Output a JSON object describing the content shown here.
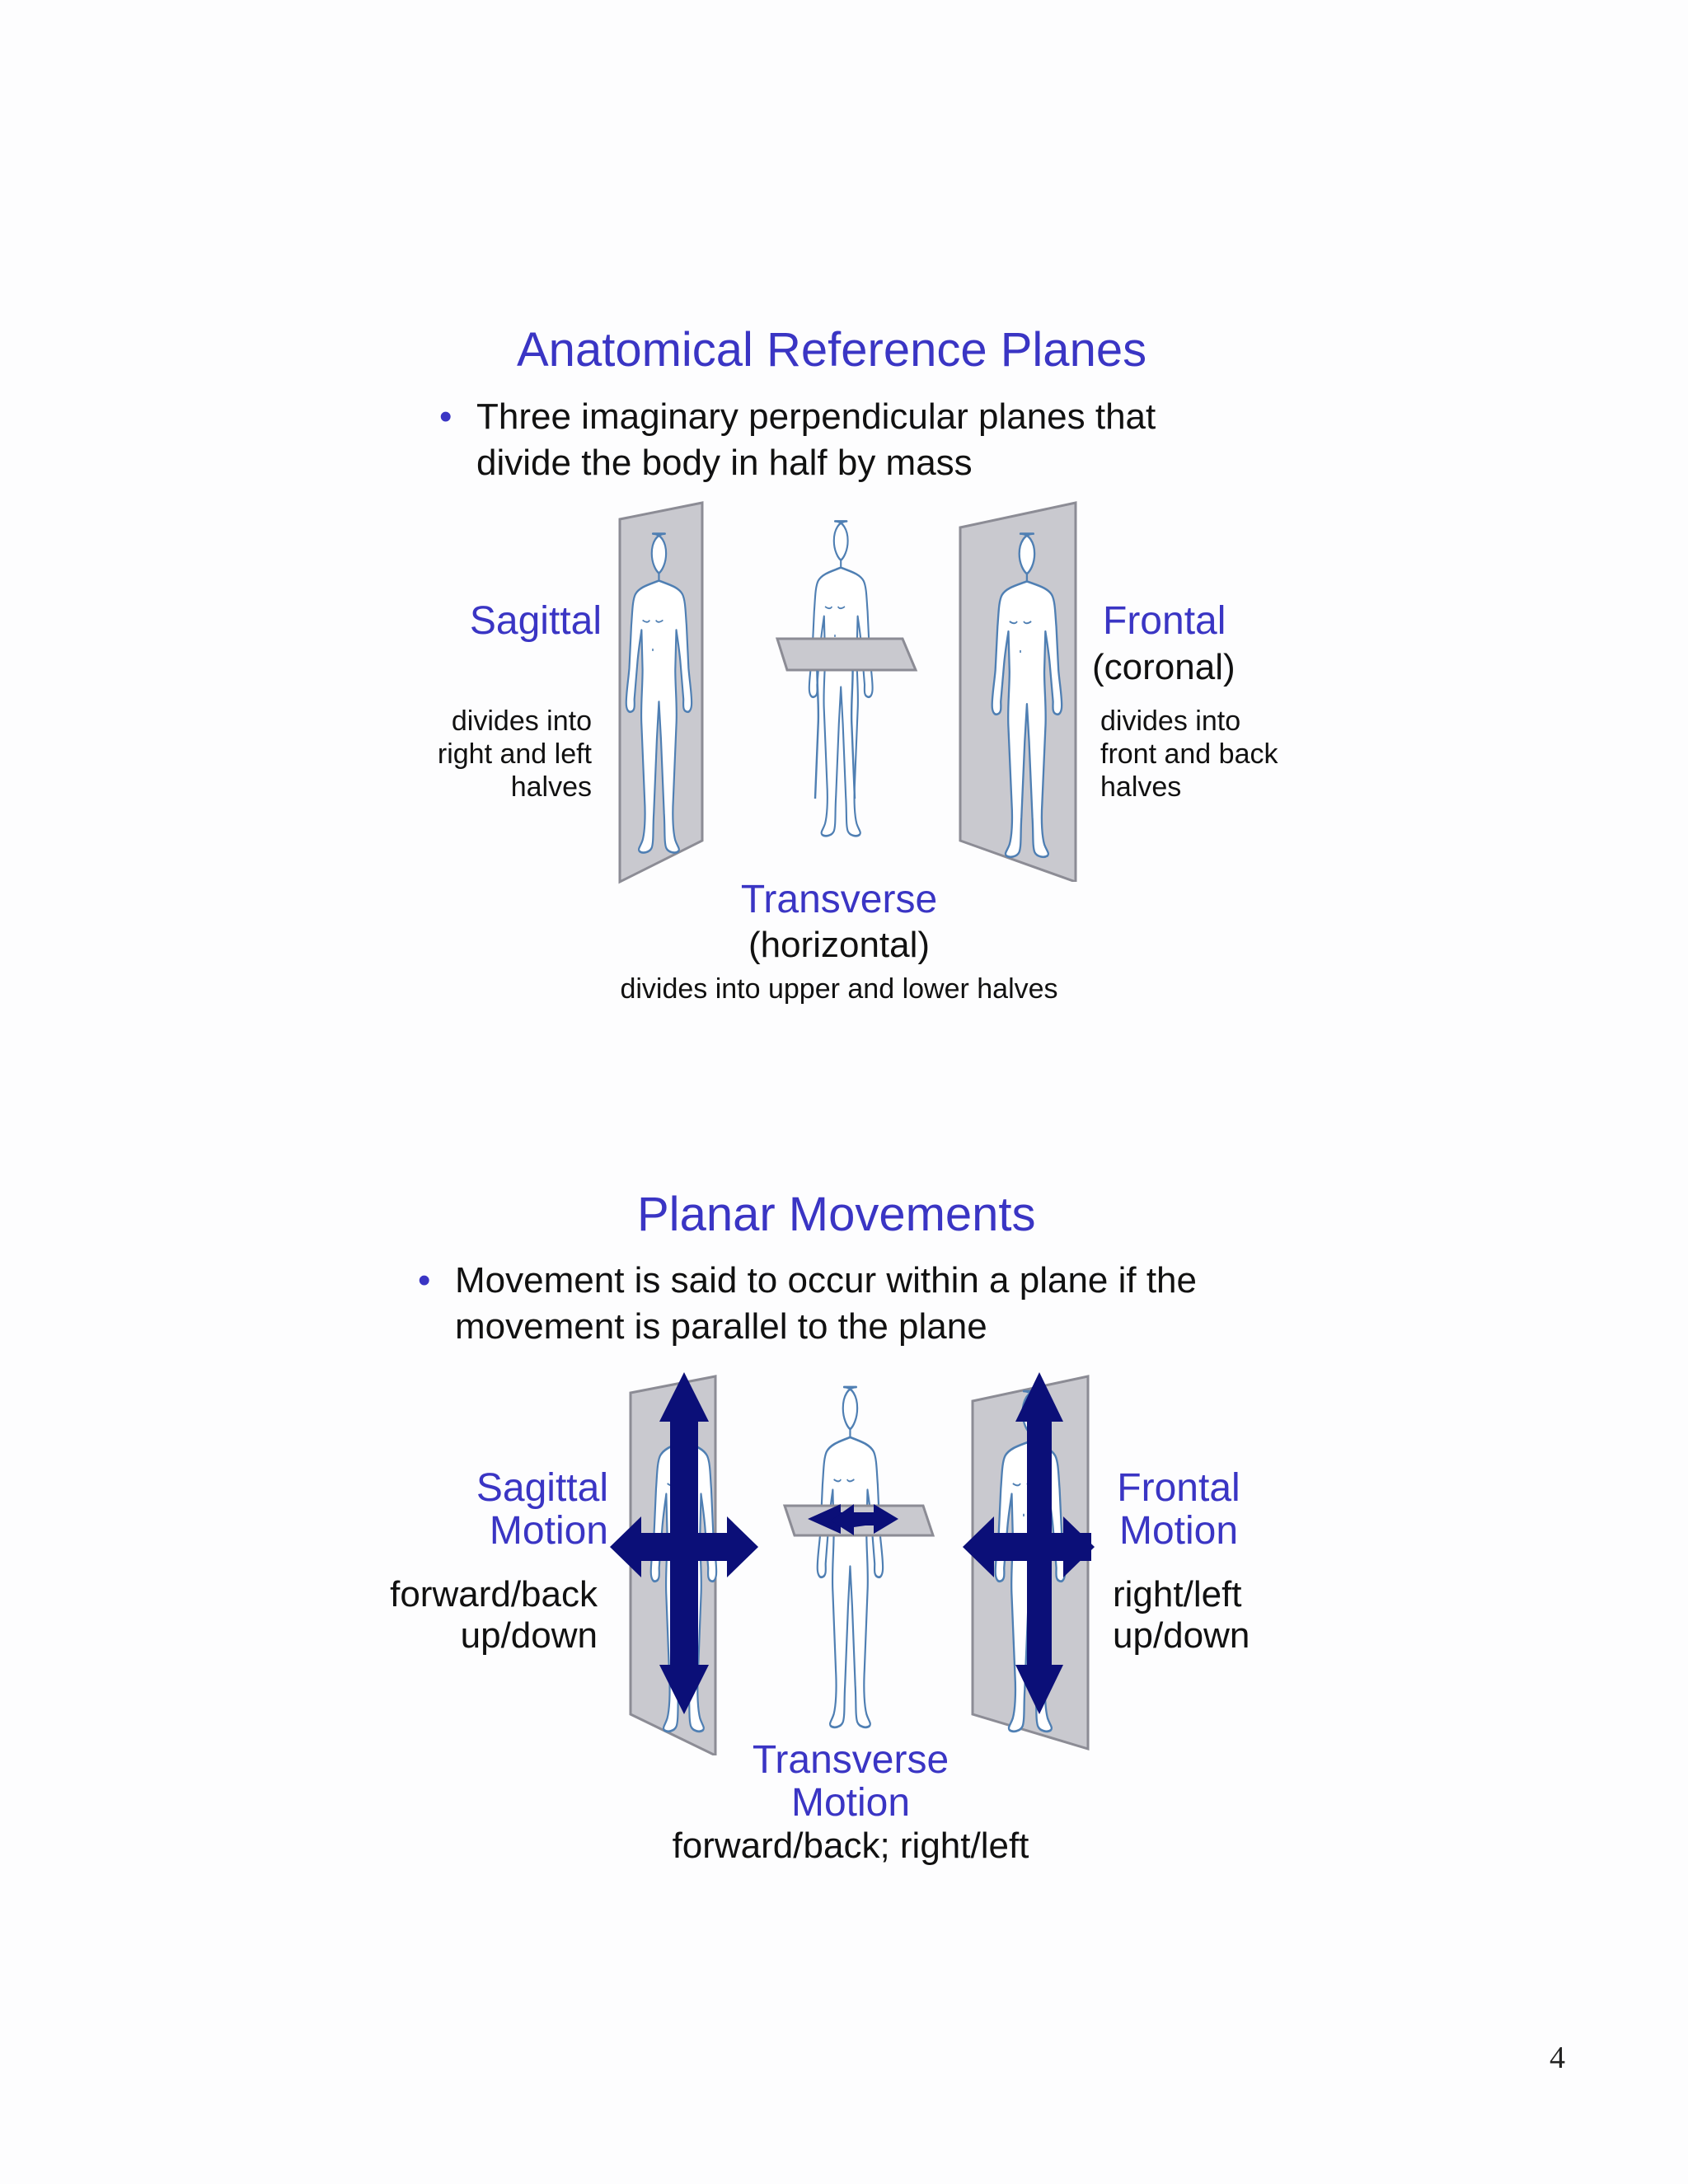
{
  "slide1": {
    "title": "Anatomical Reference Planes",
    "bullet_line1": "Three imaginary perpendicular planes that",
    "bullet_line2": "divide the body in half by mass",
    "sagittal": {
      "name": "Sagittal",
      "desc": [
        "divides into",
        "right and left",
        "halves"
      ]
    },
    "frontal": {
      "name": "Frontal",
      "alt": "(coronal)",
      "desc": [
        "divides into",
        "front and back",
        "halves"
      ]
    },
    "transverse": {
      "name": "Transverse",
      "alt": "(horizontal)",
      "desc": "divides into upper and lower halves"
    }
  },
  "slide2": {
    "title": "Planar Movements",
    "bullet_line1": "Movement is said to occur within a plane if the",
    "bullet_line2": "movement is parallel to the plane",
    "sagittal": {
      "name": [
        "Sagittal",
        "Motion"
      ],
      "desc": [
        "forward/back",
        "up/down"
      ]
    },
    "frontal": {
      "name": [
        "Frontal",
        "Motion"
      ],
      "desc": [
        "right/left",
        "up/down"
      ]
    },
    "transverse": {
      "name": [
        "Transverse",
        "Motion"
      ],
      "desc": "forward/back; right/left"
    }
  },
  "page_number": "4",
  "colors": {
    "accent": "#3a35c4",
    "plane": "#c9c9cf",
    "body_outline": "#4f7fb3",
    "arrow": "#0b0f78"
  }
}
